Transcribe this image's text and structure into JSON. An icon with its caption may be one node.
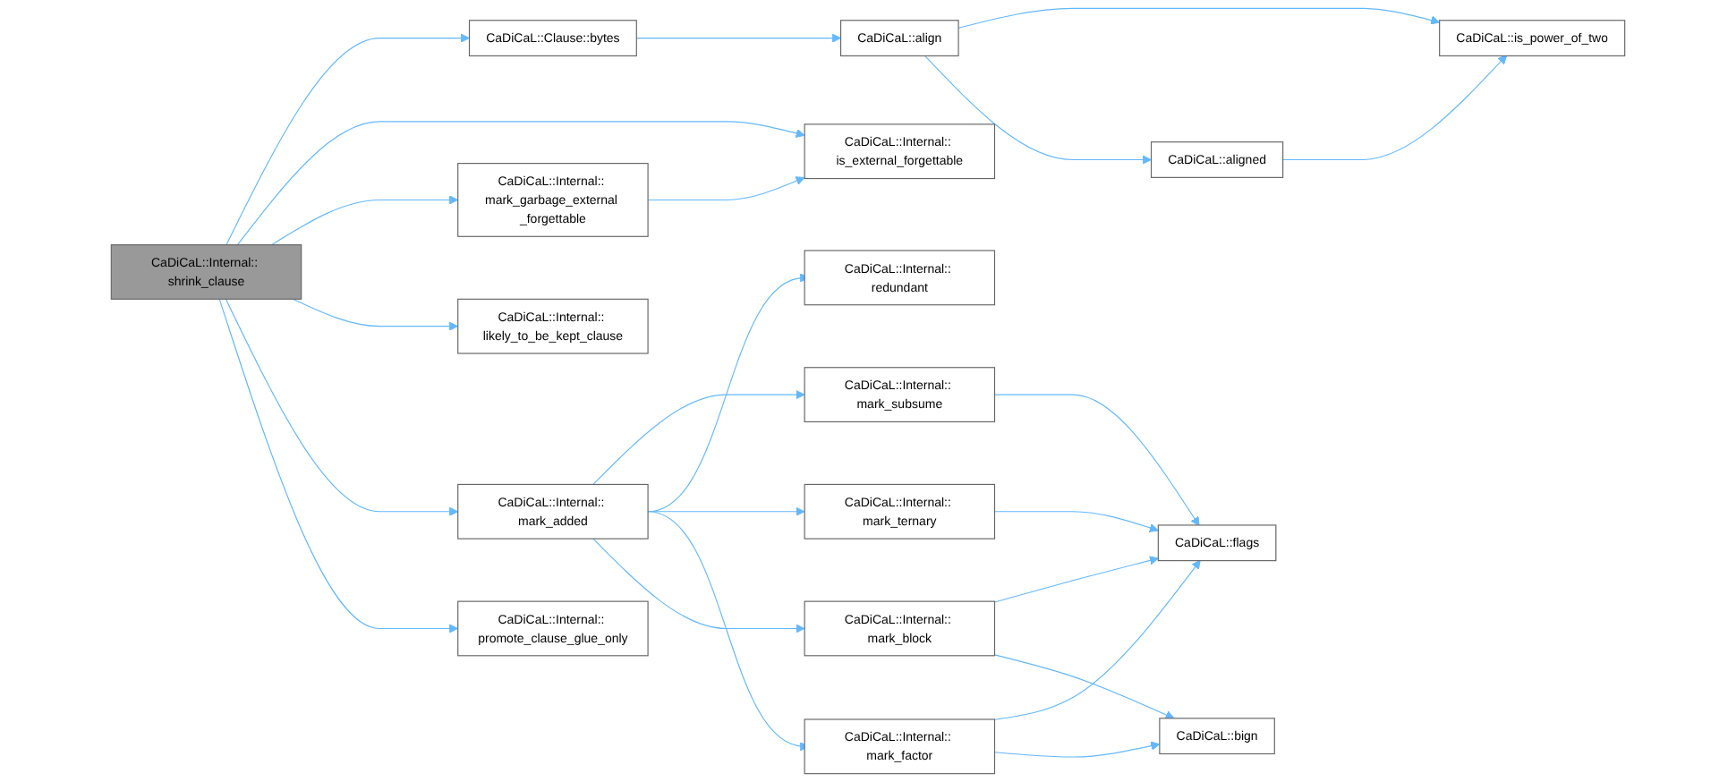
{
  "diagram": {
    "nodes": [
      {
        "text": [
          "CaDiCaL::Internal:: shrink_clause"
        ]
      },
      {
        "text": [
          "CaDiCaL::Clause::bytes"
        ]
      },
      {
        "text": [
          "CaDiCaL::align"
        ]
      },
      {
        "text": [
          "CaDiCaL::is_power_of_two"
        ]
      },
      {
        "text": [
          "CaDiCaL::aligned"
        ]
      },
      {
        "text": [
          "CaDiCaL::Internal:: is_external_forgettable"
        ]
      },
      {
        "text": [
          "CaDiCaL::Internal:: mark_garbage_external _forgettable"
        ]
      },
      {
        "text": [
          "CaDiCaL::Internal:: likely_to_be_kept_clause"
        ]
      },
      {
        "text": [
          "CaDiCaL::Internal:: mark_added"
        ]
      },
      {
        "text": [
          "CaDiCaL::Internal:: redundant"
        ]
      },
      {
        "text": [
          "CaDiCaL::Internal:: mark_subsume"
        ]
      },
      {
        "text": [
          "CaDiCaL::Internal:: mark_ternary"
        ]
      },
      {
        "text": [
          "CaDiCaL::flags"
        ]
      },
      {
        "text": [
          "CaDiCaL::Internal:: mark_block"
        ]
      },
      {
        "text": [
          "CaDiCaL::bign"
        ]
      },
      {
        "text": [
          "CaDiCaL::Internal:: mark_factor"
        ]
      },
      {
        "text": [
          "CaDiCaL::Internal:: promote_clause_glue_only"
        ]
      }
    ],
    "edges": [
      {
        "from": 0,
        "to": 1,
        "arrow": "to"
      },
      {
        "from": 0,
        "to": 5,
        "arrow": "to"
      },
      {
        "from": 0,
        "to": 6,
        "arrow": "to"
      },
      {
        "from": 0,
        "to": 7,
        "arrow": "to"
      },
      {
        "from": 0,
        "to": 8,
        "arrow": "to"
      },
      {
        "from": 0,
        "to": 16,
        "arrow": "to"
      },
      {
        "from": 1,
        "to": 2,
        "arrow": "to"
      },
      {
        "from": 2,
        "to": 3,
        "arrow": "to"
      },
      {
        "from": 2,
        "to": 4,
        "arrow": "to"
      },
      {
        "from": 4,
        "to": 3,
        "arrow": "to"
      },
      {
        "from": 6,
        "to": 5,
        "arrow": "to"
      },
      {
        "from": 8,
        "to": 9,
        "arrow": "to"
      },
      {
        "from": 8,
        "to": 10,
        "arrow": "to"
      },
      {
        "from": 8,
        "to": 11,
        "arrow": "to"
      },
      {
        "from": 8,
        "to": 13,
        "arrow": "to"
      },
      {
        "from": 8,
        "to": 15,
        "arrow": "to"
      },
      {
        "from": 10,
        "to": 12,
        "arrow": "to"
      },
      {
        "from": 11,
        "to": 12,
        "arrow": "to"
      },
      {
        "from": 13,
        "to": 12,
        "arrow": "to"
      },
      {
        "from": 13,
        "to": 14,
        "arrow": "to"
      },
      {
        "from": 15,
        "to": 12,
        "arrow": "to"
      },
      {
        "from": 15,
        "to": 14,
        "arrow": "to"
      }
    ]
  }
}
